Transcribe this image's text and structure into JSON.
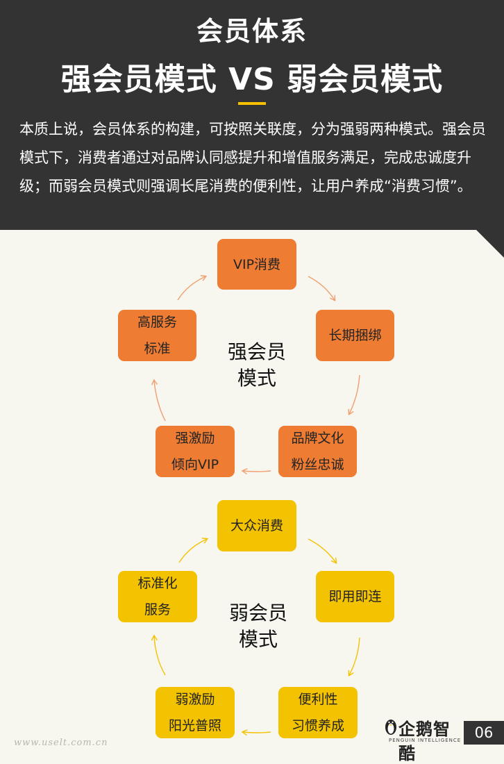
{
  "header": {
    "title_line1": "会员体系",
    "title_line2": "强会员模式 VS 弱会员模式",
    "intro": "本质上说，会员体系的构建，可按照关联度，分为强弱两种模式。强会员模式下，消费者通过对品牌认同感提升和增值服务满足，完成忠诚度升级；而弱会员模式则强调长尾消费的便利性，让用户养成“消费习惯”。"
  },
  "strong_cycle": {
    "center_line1": "强会员",
    "center_line2": "模式",
    "nodes": [
      {
        "line1": "VIP消费",
        "line2": ""
      },
      {
        "line1": "长期捆绑",
        "line2": ""
      },
      {
        "line1": "品牌文化",
        "line2": "粉丝忠诚"
      },
      {
        "line1": "强激励",
        "line2": "倾向VIP"
      },
      {
        "line1": "高服务",
        "line2": "标准"
      }
    ]
  },
  "weak_cycle": {
    "center_line1": "弱会员",
    "center_line2": "模式",
    "nodes": [
      {
        "line1": "大众消费",
        "line2": ""
      },
      {
        "line1": "即用即连",
        "line2": ""
      },
      {
        "line1": "便利性",
        "line2": "习惯养成"
      },
      {
        "line1": "弱激励",
        "line2": "阳光普照"
      },
      {
        "line1": "标准化",
        "line2": "服务"
      }
    ]
  },
  "footer": {
    "watermark": "www.uselt.com.cn",
    "logo_text": "企鹅智酷",
    "logo_subtext": "PENGUIN INTELLIGENCE",
    "page_number": "06"
  },
  "colors": {
    "header_bg": "#333333",
    "accent_yellow": "#f3c200",
    "strong_node": "#ee7d33",
    "weak_node": "#f3c200",
    "background": "#f7f6ef"
  }
}
